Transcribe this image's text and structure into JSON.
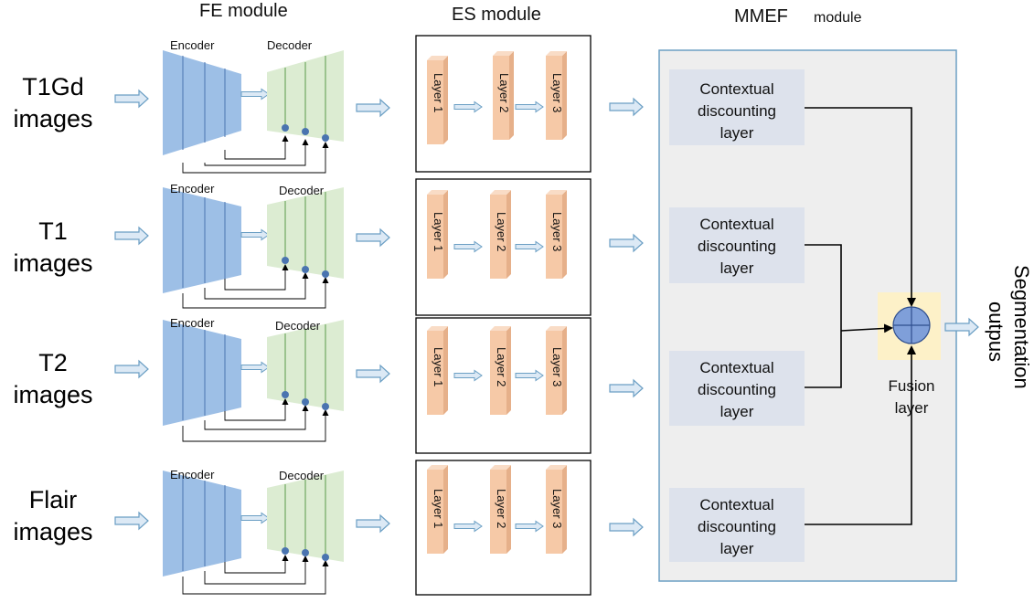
{
  "modules": {
    "fe": "FE module",
    "es": "ES module",
    "mmef": "MMEF",
    "mmef_suffix": "module"
  },
  "inputs": [
    {
      "line1": "T1Gd",
      "line2": "images"
    },
    {
      "line1": "T1",
      "line2": "images"
    },
    {
      "line1": "T2",
      "line2": "images"
    },
    {
      "line1": "Flair",
      "line2": "images"
    }
  ],
  "encoder_label": "Encoder",
  "decoder_label": "Decoder",
  "layers": [
    "Layer 1",
    "Layer 2",
    "Layer 3"
  ],
  "cd_layer": {
    "line1": "Contextual",
    "line2": "discounting",
    "line3": "layer"
  },
  "fusion": {
    "line1": "Fusion",
    "line2": "layer"
  },
  "output": {
    "line1": "Segmentation",
    "line2": "outpus"
  },
  "colors": {
    "encoder": "#9dbfe6",
    "decoder": "#dcecd2",
    "layer_bar": "#f6c9a7",
    "cd_box": "#dde2ec",
    "mmef_bg": "#eeeeee",
    "mmef_border": "#6b9fc4",
    "fusion_bg": "#fdf1c8",
    "fusion_circle": "#7f9fd9",
    "arrow": "#dce9f5",
    "arrow_stroke": "#6b9fc4"
  }
}
